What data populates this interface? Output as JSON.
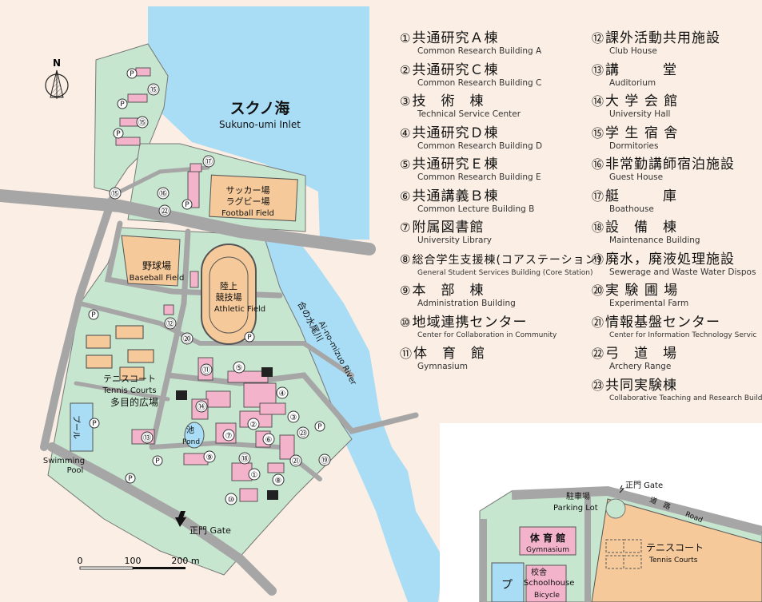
{
  "colors": {
    "background": "#fbeee4",
    "campus_green": "#c7e6cf",
    "sea_blue": "#a9dcf5",
    "roads": "#a6a6a6",
    "buildings_pink": "#f2b3cb",
    "fields_tan": "#f5c99a"
  },
  "map": {
    "compass_label": "N",
    "sea_name_jp": "スクノ海",
    "sea_name_en": "Sukuno-umi Inlet",
    "river_name_jp": "合の水尾川",
    "river_name_en": "Ai-no-mizuo River",
    "football_jp_1": "サッカー場",
    "football_jp_2": "ラグビー場",
    "football_en": "Football Field",
    "baseball_jp": "野球場",
    "baseball_en": "Baseball Field",
    "athletic_jp_1": "陸上",
    "athletic_jp_2": "競技場",
    "athletic_en": "Athletic Field",
    "tennis_jp": "テニスコート",
    "tennis_en": "Tennis Courts",
    "multi_jp": "多目的広場",
    "pool_jp": "プール",
    "pool_en_1": "Swimming",
    "pool_en_2": "Pool",
    "pond_jp": "池",
    "pond_en": "Pond",
    "gate_label": "正門 Gate",
    "parking_symbol": "P",
    "scale_labels": [
      "0",
      "100",
      "200 m"
    ]
  },
  "legend": [
    {
      "num": "①",
      "jp": "共通研究Ａ棟",
      "en": "Common Research Building A"
    },
    {
      "num": "②",
      "jp": "共通研究Ｃ棟",
      "en": "Common Research Building C"
    },
    {
      "num": "③",
      "jp": "技　術　棟",
      "en": "Technical Service Center"
    },
    {
      "num": "④",
      "jp": "共通研究Ｄ棟",
      "en": "Common Research Building D"
    },
    {
      "num": "⑤",
      "jp": "共通研究Ｅ棟",
      "en": "Common Research Building E"
    },
    {
      "num": "⑥",
      "jp": "共通講義Ｂ棟",
      "en": "Common Lecture Building B"
    },
    {
      "num": "⑦",
      "jp": "附属図書館",
      "en": "University Library"
    },
    {
      "num": "⑧",
      "jp": "総合学生支援棟(コアステーション)",
      "en": "General Student Services Building (Core Station)"
    },
    {
      "num": "⑨",
      "jp": "本　部　棟",
      "en": "Administration Building"
    },
    {
      "num": "⑩",
      "jp": "地域連携センター",
      "en": "Center for Collaboration in Community"
    },
    {
      "num": "⑪",
      "jp": "体　育　館",
      "en": "Gymnasium"
    },
    {
      "num": "⑫",
      "jp": "課外活動共用施設",
      "en": "Club House"
    },
    {
      "num": "⑬",
      "jp": "講　　　堂",
      "en": "Auditorium"
    },
    {
      "num": "⑭",
      "jp": "大 学 会 館",
      "en": "University Hall"
    },
    {
      "num": "⑮",
      "jp": "学 生 宿 舎",
      "en": "Dormitories"
    },
    {
      "num": "⑯",
      "jp": "非常勤講師宿泊施設",
      "en": "Guest House"
    },
    {
      "num": "⑰",
      "jp": "艇　　　庫",
      "en": "Boathouse"
    },
    {
      "num": "⑱",
      "jp": "設　備　棟",
      "en": "Maintenance Building"
    },
    {
      "num": "⑲",
      "jp": "廃水，廃液処理施設",
      "en": "Sewerage and Waste Water Dispos"
    },
    {
      "num": "⑳",
      "jp": "実 験 圃 場",
      "en": "Experimental Farm"
    },
    {
      "num": "㉑",
      "jp": "情報基盤センター",
      "en": "Center for Information Technology Servic"
    },
    {
      "num": "㉒",
      "jp": "弓　道　場",
      "en": "Archery Range"
    },
    {
      "num": "㉓",
      "jp": "共同実験棟",
      "en": "Collaborative Teaching and Research Buildi"
    }
  ],
  "inset": {
    "gate_label": "正門 Gate",
    "road_jp": "道　路",
    "road_en": "Road",
    "parking_jp": "駐車場",
    "parking_en": "Parking Lot",
    "gym_jp": "体 育 館",
    "gym_en": "Gymnasium",
    "tennis_jp": "テニスコート",
    "tennis_en": "Tennis Courts",
    "school_jp": "校舎",
    "school_en": "Schoolhouse",
    "bicycle_en": "Bicycle",
    "pool_jp": "プ"
  }
}
